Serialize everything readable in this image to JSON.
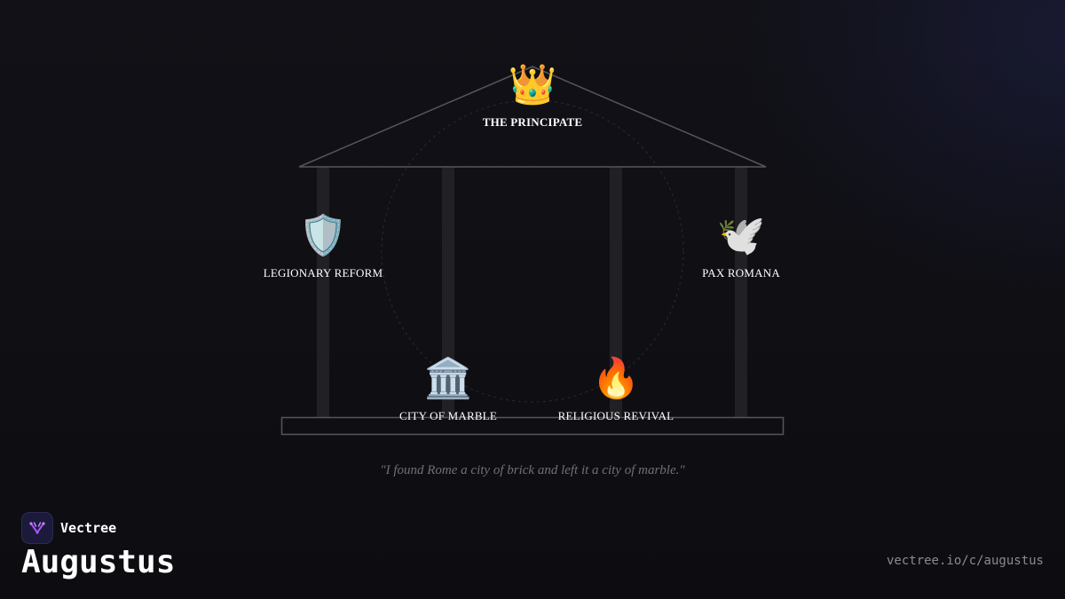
{
  "diagram": {
    "top": {
      "icon": "👑",
      "icon_name": "crown-icon",
      "label": "THE PRINCIPATE"
    },
    "left": {
      "icon": "🛡️",
      "icon_name": "shield-icon",
      "label": "LEGIONARY REFORM"
    },
    "right": {
      "icon": "🕊️",
      "icon_name": "dove-icon",
      "label": "PAX ROMANA"
    },
    "bottom_left": {
      "icon": "🏛️",
      "icon_name": "classical-building-icon",
      "label": "CITY OF MARBLE"
    },
    "bottom_right": {
      "icon": "🔥",
      "icon_name": "fire-icon",
      "label": "RELIGIOUS REVIVAL"
    }
  },
  "quote": "\"I found Rome a city of brick and left it a city of marble.\"",
  "brand": {
    "name": "Vectree",
    "logo_icon": "vectree-logo-icon",
    "accent": "#a855f7"
  },
  "title": "Augustus",
  "url": "vectree.io/c/augustus"
}
